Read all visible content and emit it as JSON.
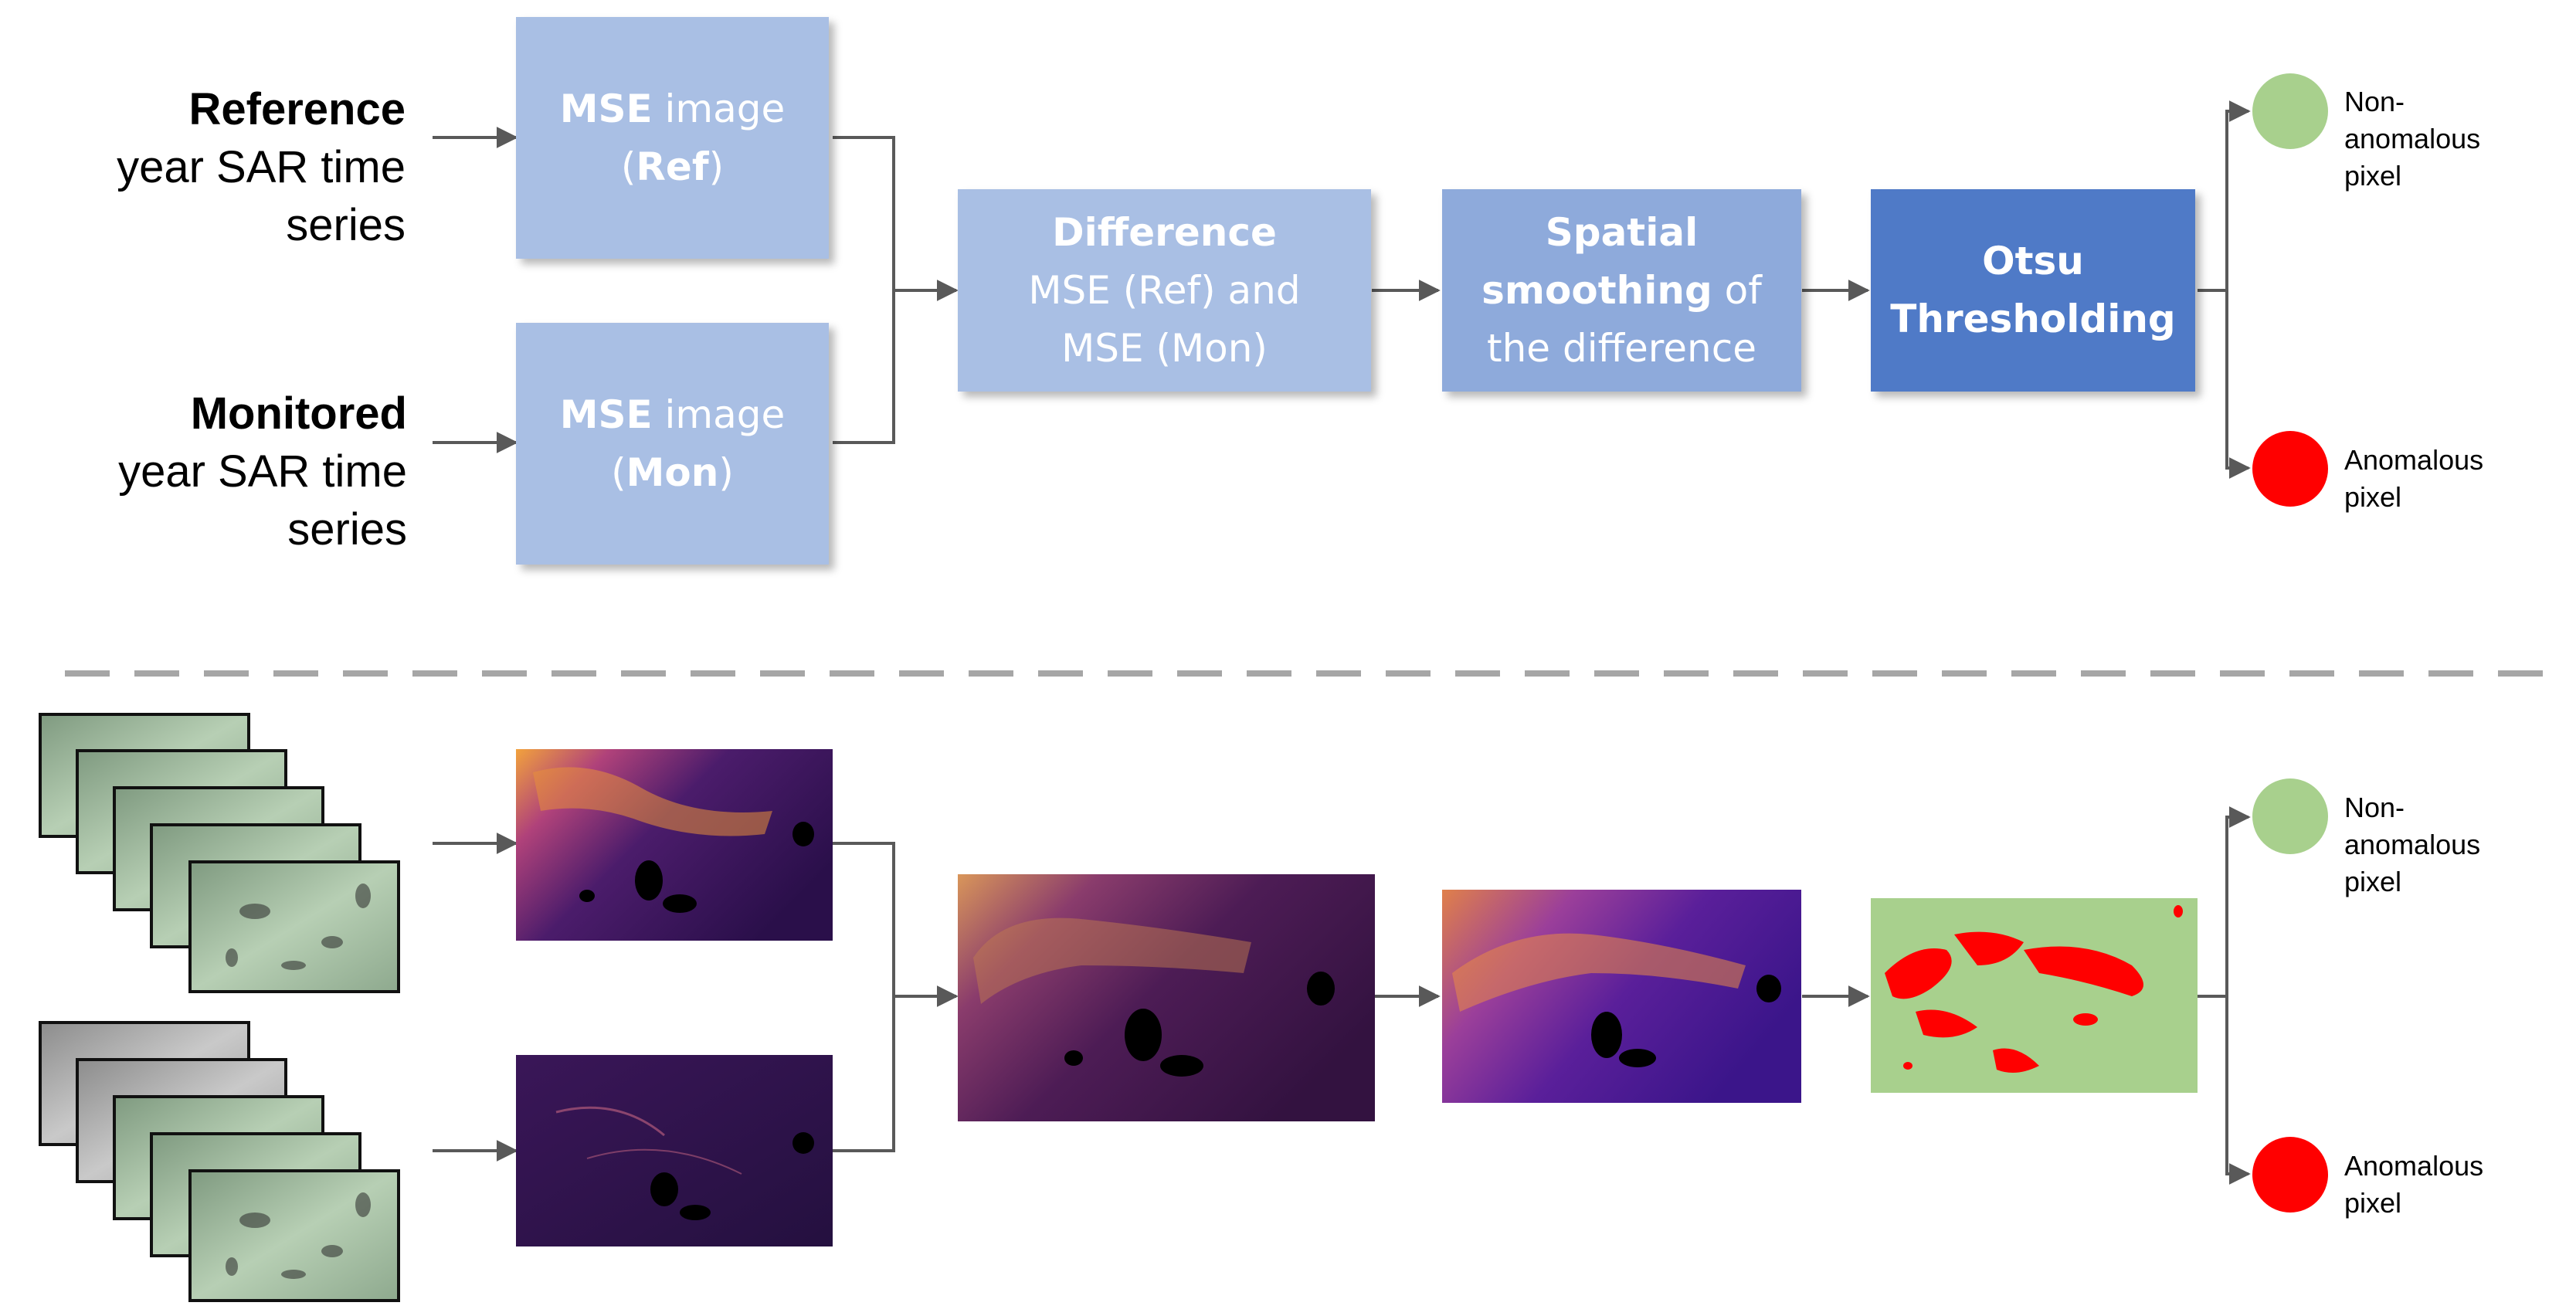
{
  "top": {
    "inputs": [
      {
        "strong": "Reference",
        "rest": [
          "year SAR time",
          "series"
        ]
      },
      {
        "strong": "Monitored",
        "rest": [
          "year SAR time",
          "series"
        ]
      }
    ],
    "mse_ref": {
      "bold1": "MSE",
      "text1": " image",
      "pre2": "(",
      "bold2": "Ref",
      "post2": ")"
    },
    "mse_mon": {
      "bold1": "MSE",
      "text1": " image",
      "pre2": "(",
      "bold2": "Mon",
      "post2": ")"
    },
    "difference": {
      "bold1": "Difference",
      "line2": "MSE (Ref) and",
      "line3": "MSE (Mon)"
    },
    "smoothing": {
      "bold1": "Spatial",
      "bold2": "smoothing",
      "text2": " of",
      "line3": "the difference"
    },
    "otsu": {
      "line1": "Otsu",
      "line2": "Thresholding"
    },
    "outputs": {
      "non_anomalous": [
        "Non-",
        "anomalous",
        "pixel"
      ],
      "anomalous": [
        "Anomalous",
        "pixel"
      ]
    }
  },
  "bottom": {
    "outputs": {
      "non_anomalous": [
        "Non-",
        "anomalous",
        "pixel"
      ],
      "anomalous": [
        "Anomalous",
        "pixel"
      ]
    }
  },
  "colors": {
    "box_light": "#a9bfe4",
    "box_mid": "#8eaadb",
    "box_dark": "#4f7ac7",
    "arrow": "#595959",
    "divider": "#a6a6a6",
    "non_anomalous": "#a8d08d",
    "anomalous": "#ff0000"
  }
}
